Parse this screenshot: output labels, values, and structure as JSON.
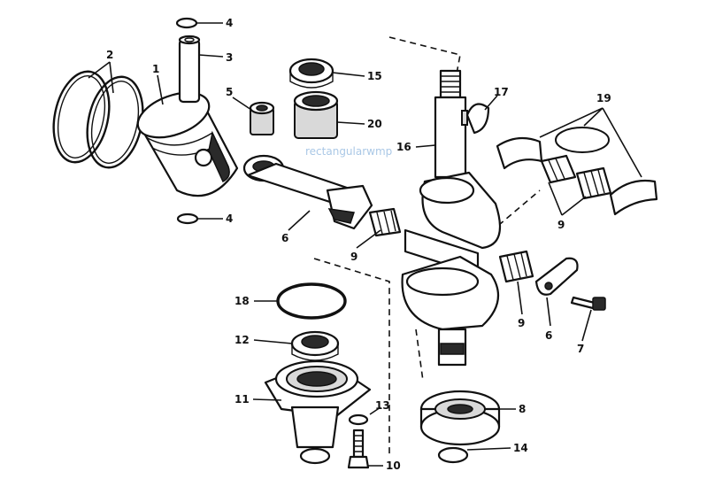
{
  "diagram": {
    "callouts": {
      "c1": "1",
      "c2": "2",
      "c3": "3",
      "c4_top": "4",
      "c4_bottom": "4",
      "c5": "5",
      "c6_rod": "6",
      "c6_cap": "6",
      "c7": "7",
      "c8": "8",
      "c9_rod": "9",
      "c9_upper": "9",
      "c9_lower": "9",
      "c10": "10",
      "c11": "11",
      "c12": "12",
      "c13": "13",
      "c14": "14",
      "c15": "15",
      "c16": "16",
      "c17": "17",
      "c18": "18",
      "c19": "19",
      "c20": "20"
    },
    "watermark": "rectangularwmp"
  }
}
